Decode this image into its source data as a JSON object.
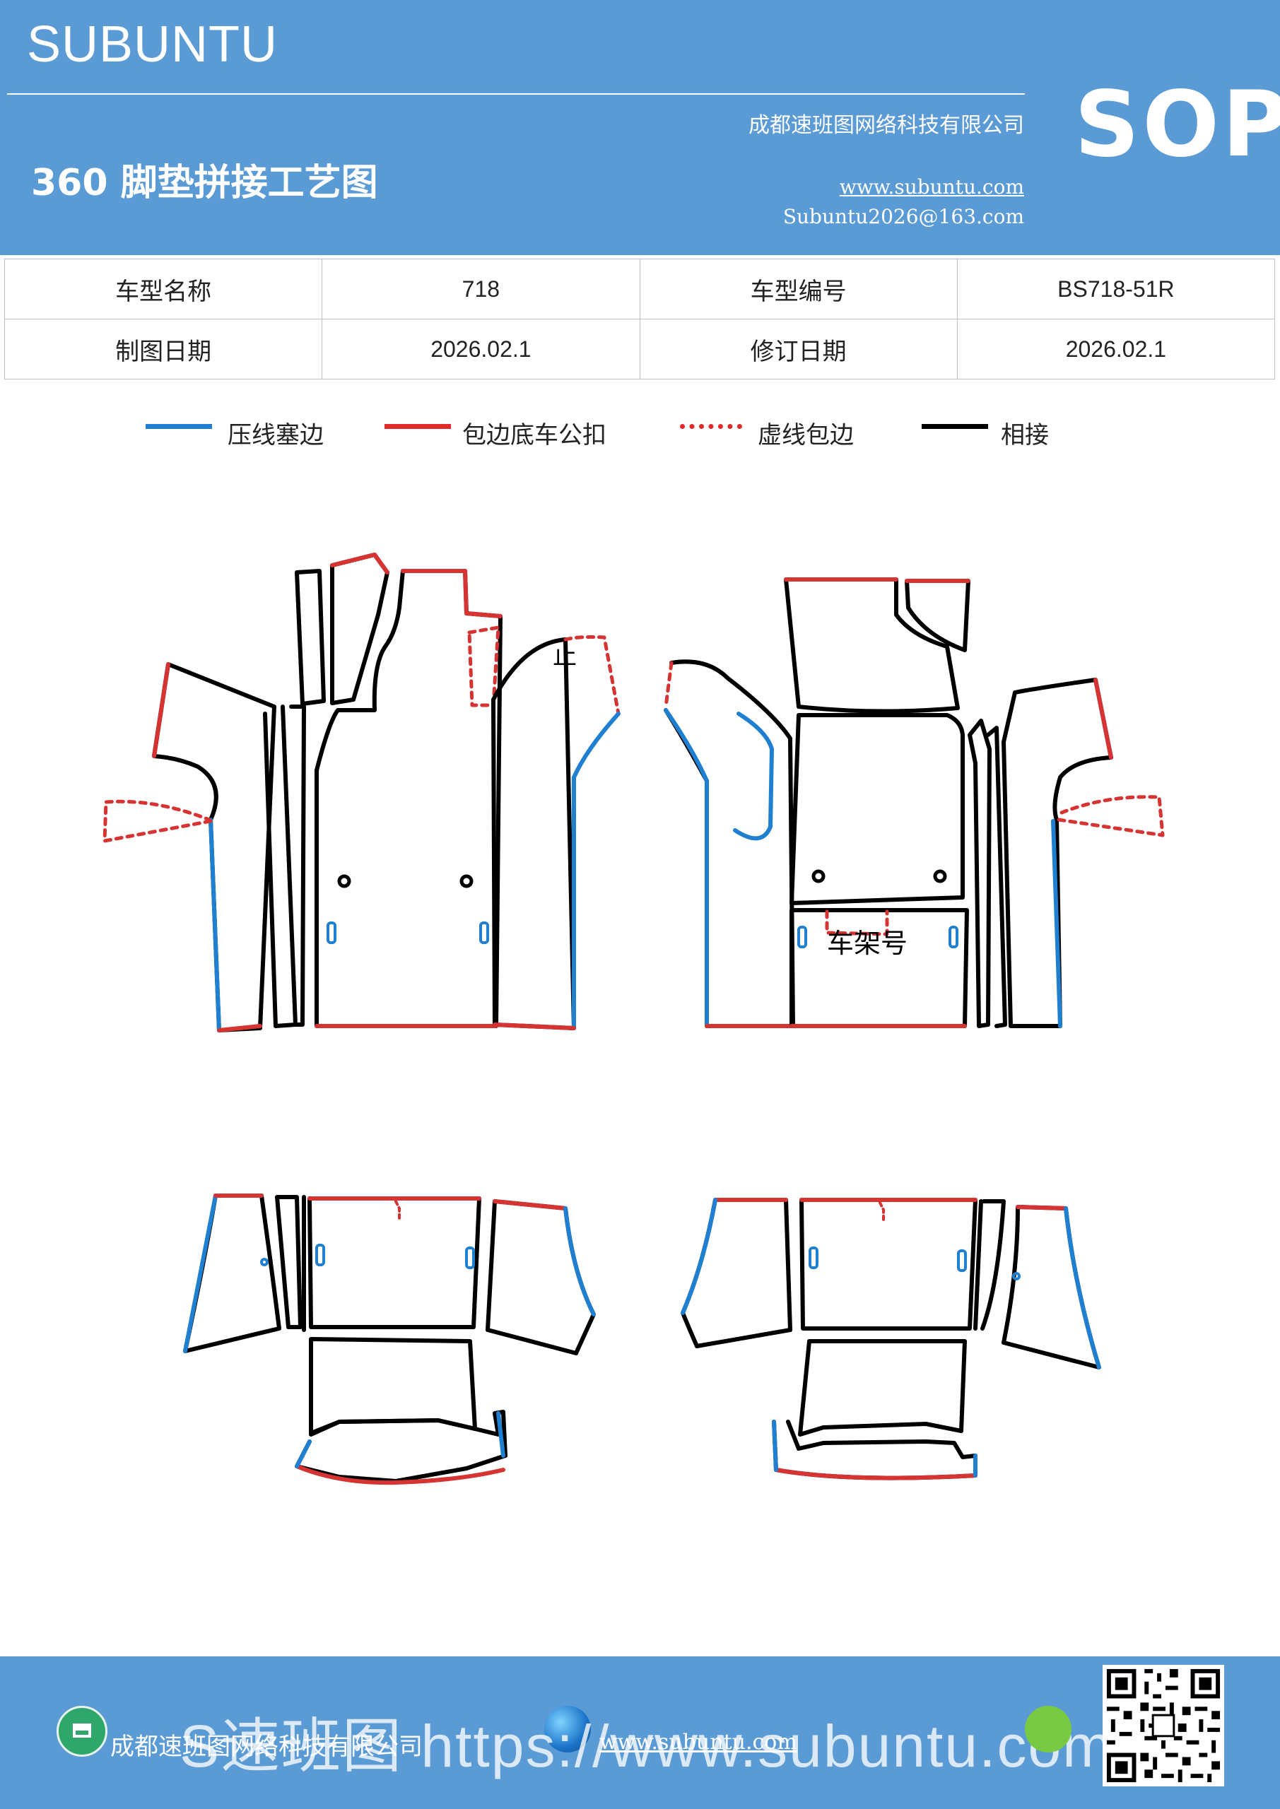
{
  "header": {
    "brand": "SUBUNTU",
    "title": "360 脚垫拼接工艺图",
    "company": "成都速班图网络科技有限公司",
    "website": "www.subuntu.com",
    "email": "Subuntu2026@163.com",
    "badge": "SOP",
    "bg_color": "#5b9bd5"
  },
  "info_table": {
    "row1": {
      "label1": "车型名称",
      "value1": "718",
      "label2": "车型编号",
      "value2": "BS718-51R"
    },
    "row2": {
      "label1": "制图日期",
      "value1": "2026.02.1",
      "label2": "修订日期",
      "value2": "2026.02.1"
    }
  },
  "legend": [
    {
      "label": "压线塞边",
      "color": "#1f7fd0",
      "style": "solid"
    },
    {
      "label": "包边底车公扣",
      "color": "#e02a2a",
      "style": "solid"
    },
    {
      "label": "虚线包边",
      "color": "#e02a2a",
      "style": "dotted"
    },
    {
      "label": "相接",
      "color": "#000000",
      "style": "solid"
    }
  ],
  "diagram": {
    "label_stop": "止",
    "label_frame_number": "车架号"
  },
  "footer": {
    "company": "成都速班图网络科技有限公司",
    "website": "www.subuntu.com",
    "banner": "S速班图 https://www.subuntu.com",
    "icons": [
      "building-icon",
      "globe-icon",
      "wechat-icon",
      "qr-code-icon"
    ]
  }
}
